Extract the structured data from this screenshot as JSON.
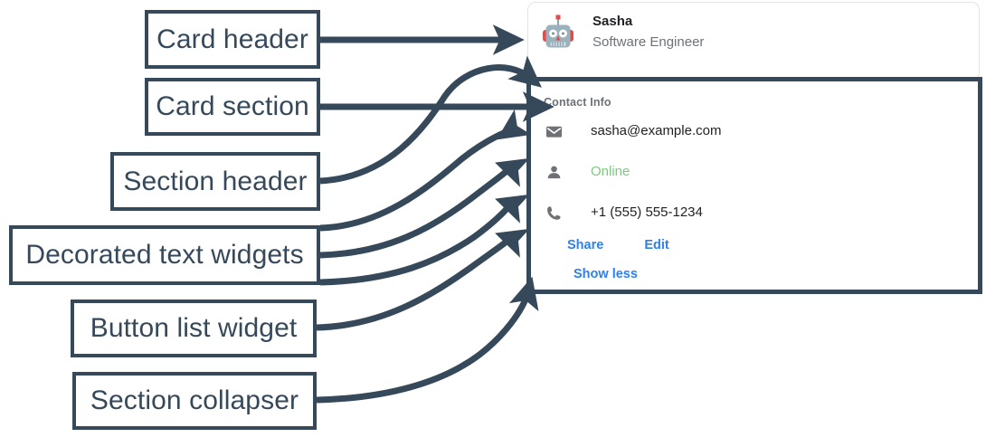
{
  "annotations": [
    {
      "id": "card-header",
      "label": "Card header"
    },
    {
      "id": "card-section",
      "label": "Card section"
    },
    {
      "id": "section-header",
      "label": "Section header"
    },
    {
      "id": "decorated-text-widgets",
      "label": "Decorated text widgets"
    },
    {
      "id": "button-list-widget",
      "label": "Button list widget"
    },
    {
      "id": "section-collapser",
      "label": "Section collapser"
    }
  ],
  "card": {
    "header": {
      "avatar_icon": "robot-avatar-icon",
      "name": "Sasha",
      "subtitle": "Software Engineer"
    },
    "section": {
      "header": "Contact Info",
      "rows": [
        {
          "icon": "email-icon",
          "text": "sasha@example.com",
          "color": "#1f2023"
        },
        {
          "icon": "person-icon",
          "text": "Online",
          "color": "#81c784"
        },
        {
          "icon": "phone-icon",
          "text": "+1 (555) 555-1234",
          "color": "#1f2023"
        }
      ],
      "buttons": [
        {
          "label": "Share"
        },
        {
          "label": "Edit"
        }
      ],
      "collapser": {
        "label": "Show less"
      }
    }
  },
  "colors": {
    "annotation_stroke": "#36495a",
    "link_blue": "#2f80ed",
    "status_green": "#81c784",
    "muted_text": "#6e7175",
    "body_text": "#1f2023",
    "card_border": "#e3e4e6"
  }
}
